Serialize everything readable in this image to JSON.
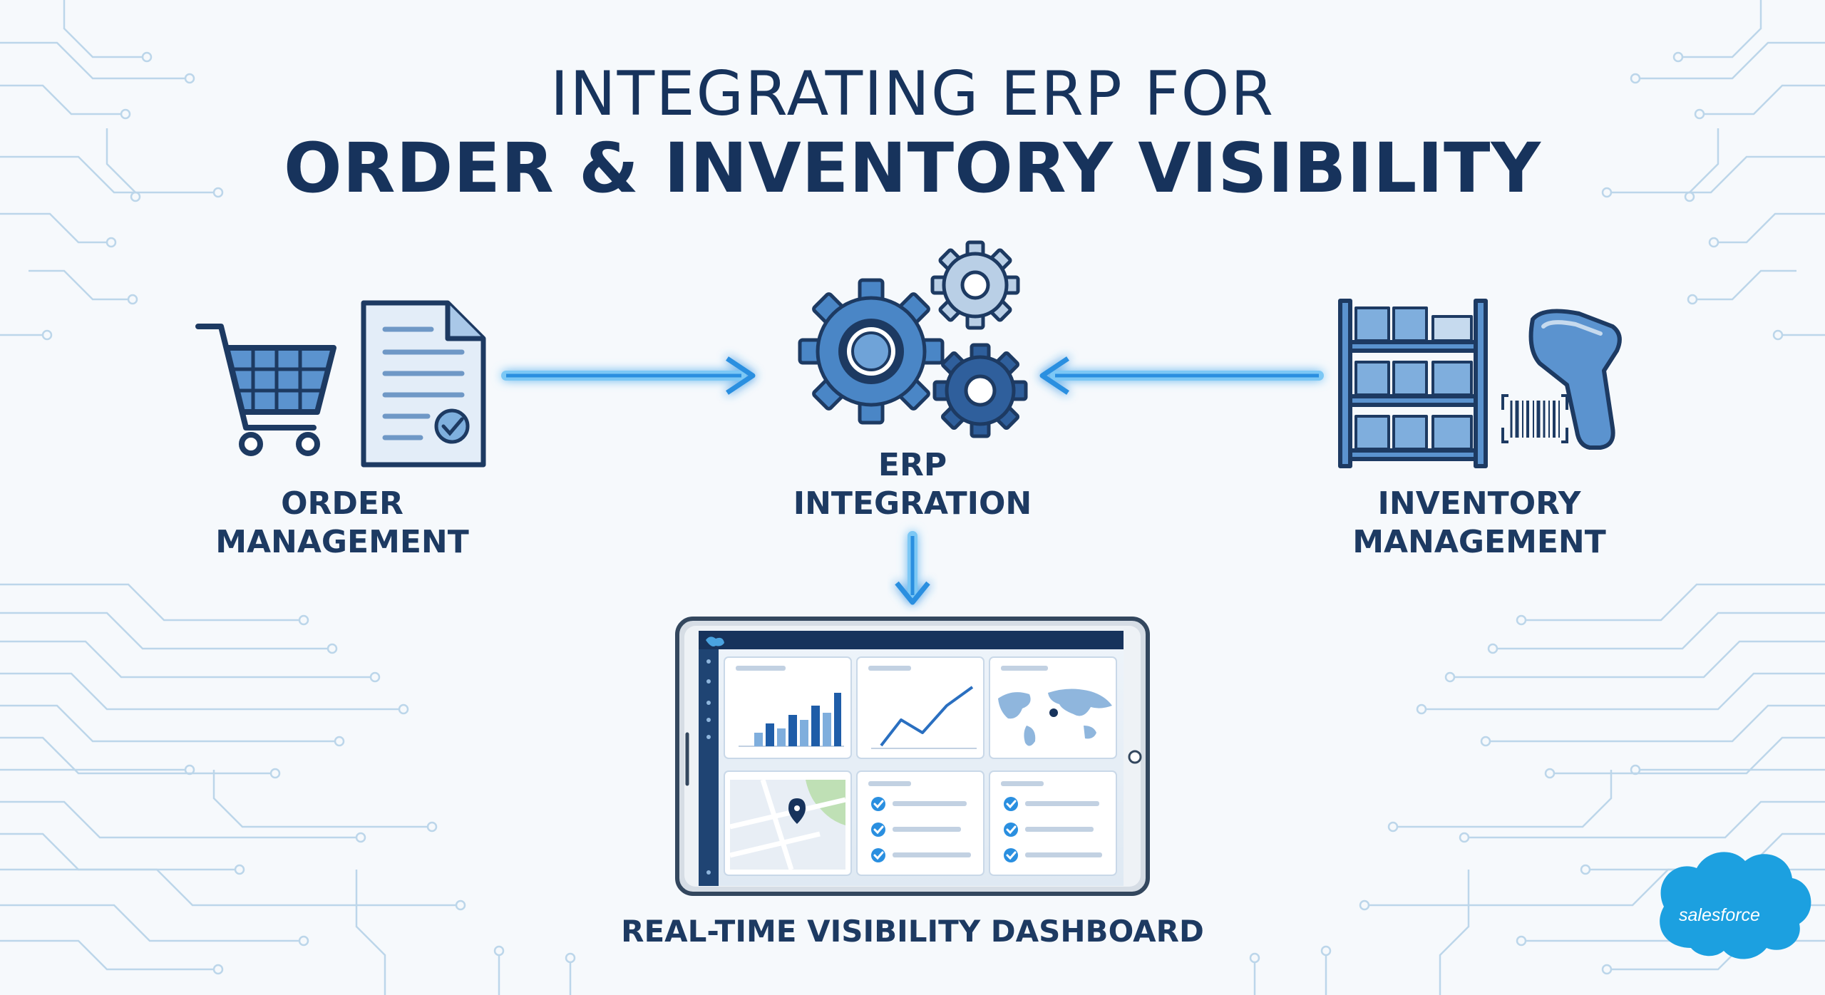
{
  "title": {
    "line1": "INTEGRATING ERP FOR",
    "line2": "ORDER & INVENTORY VISIBILITY"
  },
  "nodes": {
    "order": {
      "line1": "ORDER",
      "line2": "MANAGEMENT"
    },
    "erp": {
      "line1": "ERP",
      "line2": "INTEGRATION"
    },
    "inventory": {
      "line1": "INVENTORY",
      "line2": "MANAGEMENT"
    },
    "dashboard": {
      "label": "REAL-TIME VISIBILITY DASHBOARD"
    }
  },
  "brand": {
    "logo_text": "salesforce"
  },
  "icons": [
    "shopping-cart-icon",
    "order-document-icon",
    "gears-icon",
    "warehouse-shelf-icon",
    "barcode-scanner-icon",
    "tablet-dashboard-icon",
    "salesforce-logo"
  ],
  "colors": {
    "navy": "#17335c",
    "blue": "#3a78bc",
    "arrow_glow": "#2ea3ef",
    "circuit": "#b8d4ea"
  }
}
